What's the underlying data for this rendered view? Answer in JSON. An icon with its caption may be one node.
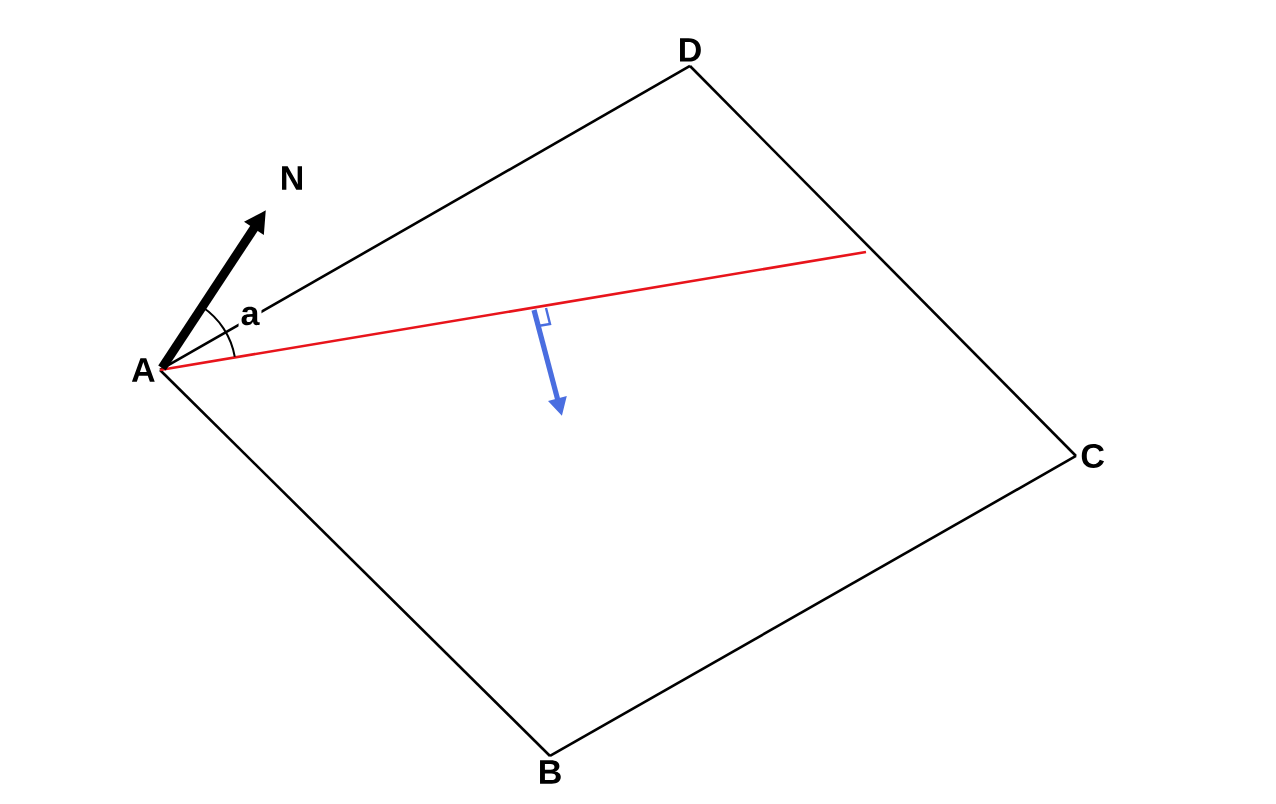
{
  "diagram": {
    "nodes": [
      {
        "text": [
          "A"
        ]
      },
      {
        "text": [
          "B"
        ]
      },
      {
        "text": [
          "C"
        ]
      },
      {
        "text": [
          "D"
        ]
      }
    ],
    "edges": [
      {
        "from": 0,
        "to": 1,
        "arrow": "none"
      },
      {
        "from": 1,
        "to": 2,
        "arrow": "none"
      },
      {
        "from": 2,
        "to": 3,
        "arrow": "none"
      },
      {
        "from": 3,
        "to": 0,
        "arrow": "none"
      },
      {
        "from": 0,
        "to": null,
        "arrow": "none",
        "color": "#e8141b"
      }
    ],
    "labels": [
      "N",
      "a"
    ]
  }
}
